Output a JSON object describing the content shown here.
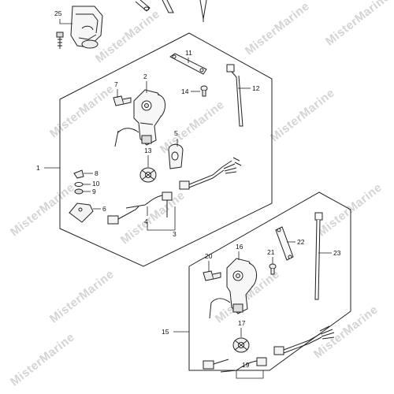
{
  "watermark": "MisterMarine",
  "callouts": {
    "c1": "1",
    "c2": "2",
    "c3": "3",
    "c4": "4",
    "c5": "5",
    "c6": "6",
    "c7": "7",
    "c8": "8",
    "c9": "9",
    "c10": "10",
    "c11": "11",
    "c12": "12",
    "c13": "13",
    "c14": "14",
    "c15": "15",
    "c16": "16",
    "c17": "17",
    "c19": "19",
    "c20": "20",
    "c21": "21",
    "c22": "22",
    "c23": "23",
    "c25": "25"
  }
}
